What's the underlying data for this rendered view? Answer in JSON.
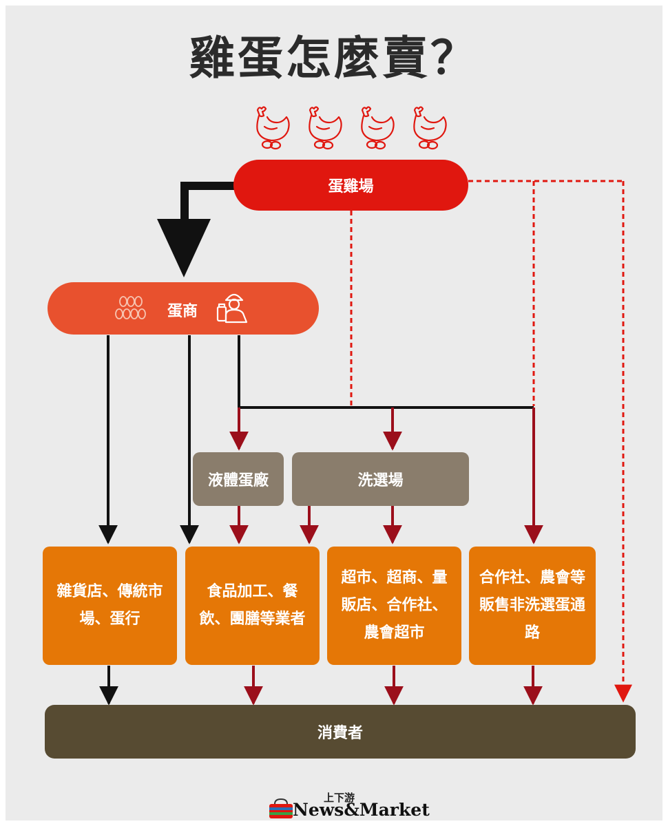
{
  "title": "雞蛋怎麼賣？",
  "nodes": {
    "farm": "蛋雞場",
    "dealer": "蛋商",
    "liquid_egg_factory": "液體蛋廠",
    "washing_station": "洗選場",
    "grocery": "雜貨店、傳統市場、蛋行",
    "food_processing": "食品加工、餐飲、團膳等業者",
    "supermarket": "超市、超商、量販店、合作社、農會超市",
    "coop": "合作社、農會等販售非洗選蛋通路",
    "consumer": "消費者"
  },
  "logo": {
    "cn": "上下游",
    "en": "News&Market"
  },
  "colors": {
    "farm_red": "#e0170f",
    "dealer_orange": "#e8512e",
    "processor_grey": "#8a7d6c",
    "channel_orange": "#e57706",
    "consumer_brown": "#574b32",
    "dark_red_line": "#9b0f1b",
    "black_line": "#111111"
  }
}
